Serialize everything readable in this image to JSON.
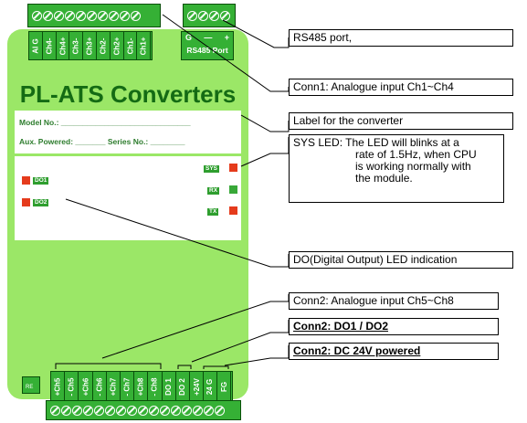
{
  "module": {
    "title": "PL-ATS  Converters",
    "top_pins": [
      "AI G",
      "Ch4-",
      "Ch4+",
      "Ch3-",
      "Ch3+",
      "Ch2-",
      "Ch2+",
      "Ch1-",
      "Ch1+"
    ],
    "rs485_pins": [
      "G",
      "—",
      "+"
    ],
    "rs485_label": "RS485 Port",
    "bottom_pins": [
      "+Ch5",
      "- Ch5",
      "+Ch6",
      "- Ch6",
      "+Ch7",
      "- Ch7",
      "+Ch8",
      "- Ch8",
      "DO 1",
      "DO 2",
      "+24V",
      "24 G",
      "FG"
    ],
    "label_model": "Model No.: ______________________________",
    "label_aux": "Aux. Powered: _______  Series No.: ________",
    "leds": {
      "sys": "SYS",
      "rx": "RX",
      "tx": "TX",
      "do1": "DO1",
      "do2": "DO2"
    },
    "bottom_square_text": "RE"
  },
  "callouts": {
    "rs485": "RS485 port,",
    "conn1": "Conn1: Analogue input Ch1~Ch4",
    "label": "Label for the converter",
    "sys_led": [
      "SYS LED: The LED will blinks at a",
      "rate of 1.5Hz, when CPU",
      "is working normally with",
      "the module."
    ],
    "do_led": "DO(Digital Output) LED indication",
    "conn2_ai": "Conn2: Analogue input Ch5~Ch8",
    "conn2_do": "Conn2: DO1 / DO2",
    "conn2_dc": "Conn2: DC 24V powered"
  },
  "colors": {
    "module_body": "#9be767",
    "terminal": "#35b035",
    "title": "#146b14",
    "led_red": "#e53b1c",
    "led_green": "#38a838"
  }
}
